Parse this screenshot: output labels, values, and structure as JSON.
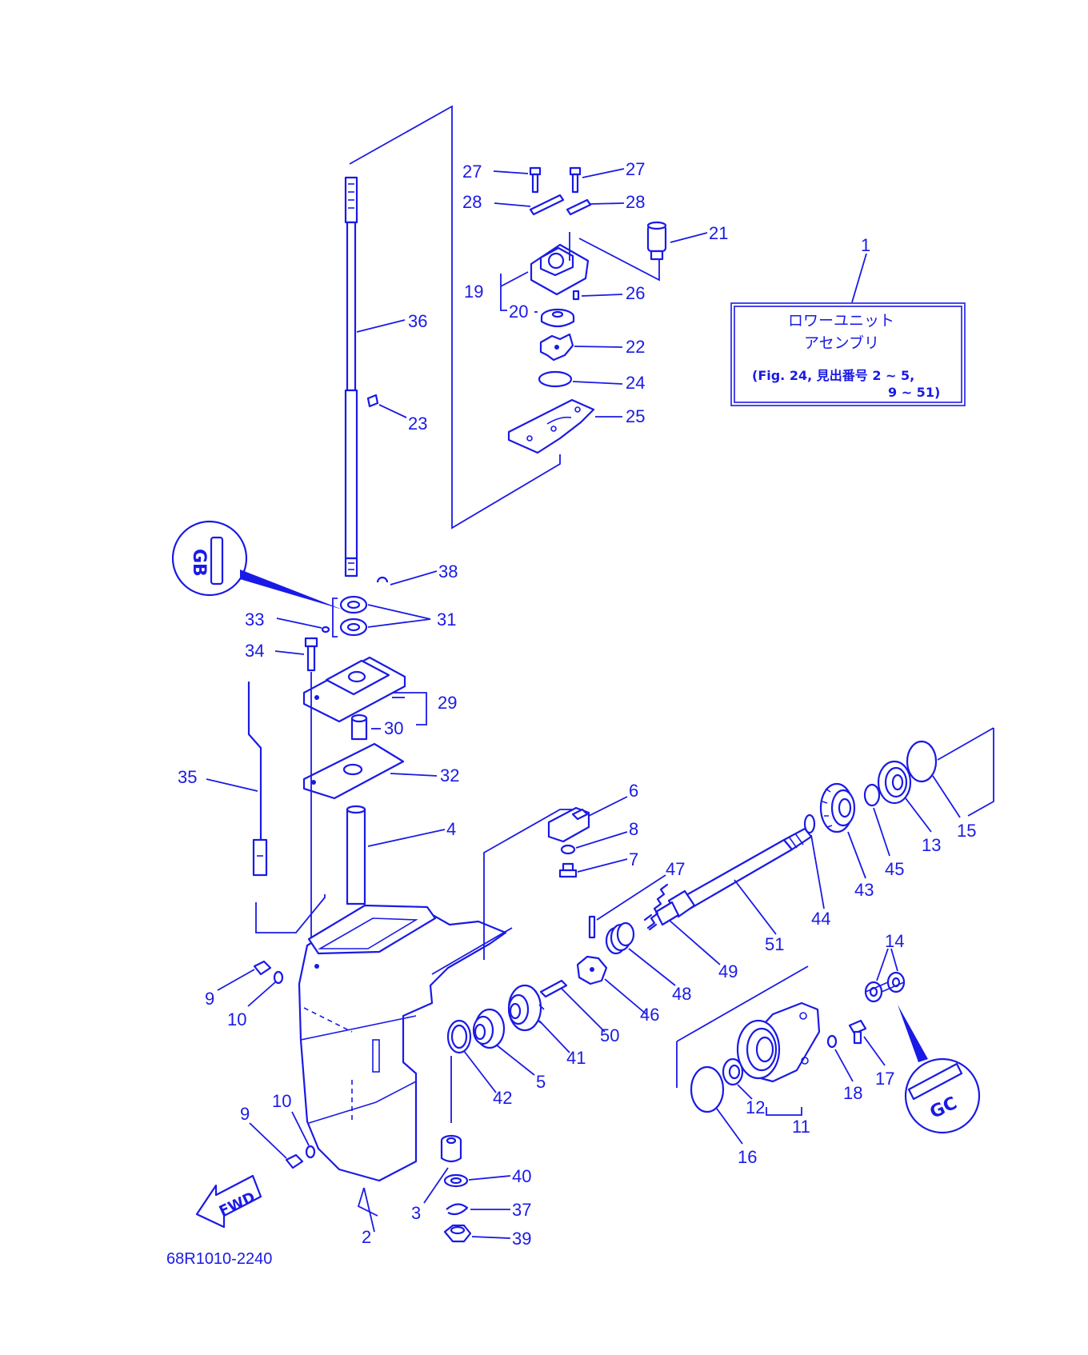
{
  "title_box": {
    "callout": "1",
    "line1": "ロワーユニット",
    "line2": "アセンブリ",
    "line3": "(Fig. 24, 見出番号 2 ~ 5,",
    "line4": "9 ~ 51)"
  },
  "drawing_code": "68R1010-2240",
  "fwd_label": "FWD",
  "grease_badge_top": "GB",
  "grease_badge_right": "GC",
  "callouts": {
    "n27a": "27",
    "n27b": "27",
    "n28a": "28",
    "n28b": "28",
    "n21": "21",
    "n19": "19",
    "n26": "26",
    "n20": "20",
    "n22": "22",
    "n24": "24",
    "n25": "25",
    "n36": "36",
    "n23": "23",
    "n38": "38",
    "n33": "33",
    "n31": "31",
    "n34": "34",
    "n29": "29",
    "n30": "30",
    "n32": "32",
    "n35": "35",
    "n4": "4",
    "n6": "6",
    "n8": "8",
    "n7": "7",
    "n47": "47",
    "n15": "15",
    "n13": "13",
    "n45": "45",
    "n43": "43",
    "n44": "44",
    "n51": "51",
    "n49": "49",
    "n48": "48",
    "n46": "46",
    "n50": "50",
    "n41": "41",
    "n5": "5",
    "n42": "42",
    "n9a": "9",
    "n10a": "10",
    "n10b": "10",
    "n9b": "9",
    "n14": "14",
    "n17": "17",
    "n18": "18",
    "n12": "12",
    "n11": "11",
    "n16": "16",
    "n40": "40",
    "n37": "37",
    "n39": "39",
    "n3": "3",
    "n2": "2"
  }
}
